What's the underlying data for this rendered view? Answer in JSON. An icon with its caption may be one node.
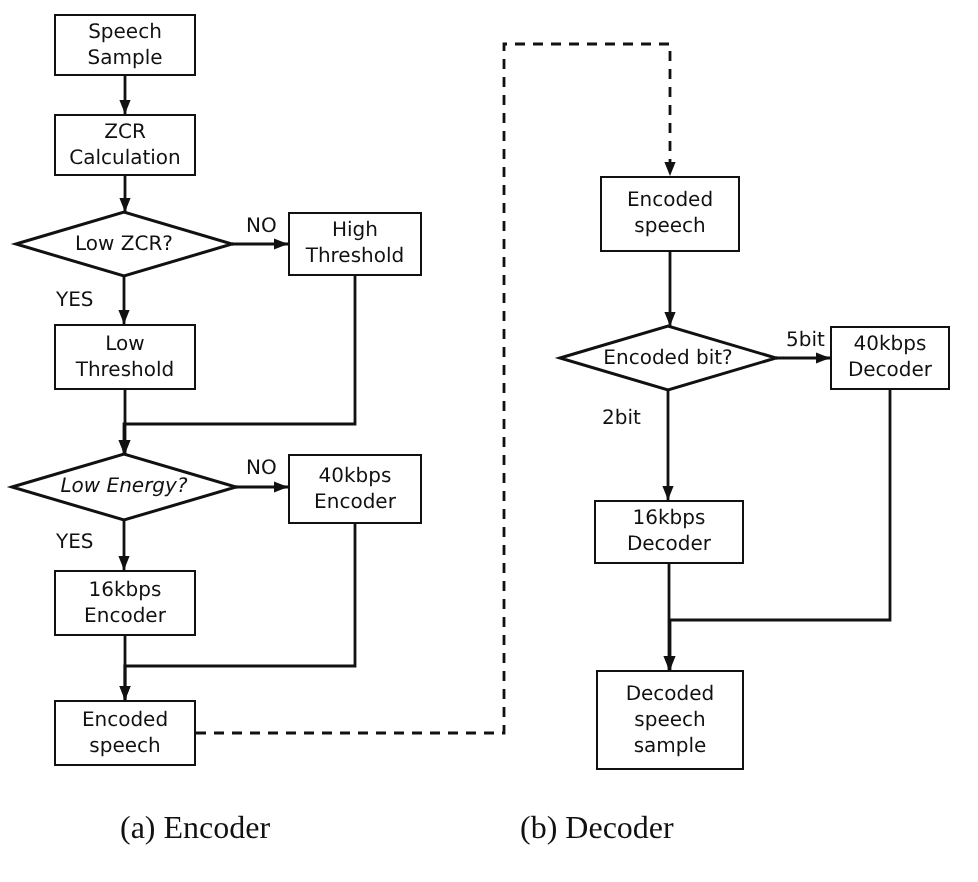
{
  "diagram": {
    "nodes": [
      {
        "text": [
          "Speech Sample"
        ]
      },
      {
        "text": [
          "ZCR Calculation"
        ]
      },
      {
        "text": [
          "Low ZCR?"
        ]
      },
      {
        "text": [
          "High Threshold"
        ]
      },
      {
        "text": [
          "Low Threshold"
        ]
      },
      {
        "text": [
          "Low Energy?"
        ]
      },
      {
        "text": [
          "40kbps Encoder"
        ]
      },
      {
        "text": [
          "16kbps Encoder"
        ]
      },
      {
        "text": [
          "Encoded speech"
        ]
      },
      {
        "text": [
          "Encoded speech"
        ]
      },
      {
        "text": [
          "Encoded bit?"
        ]
      },
      {
        "text": [
          "40kbps Decoder"
        ]
      },
      {
        "text": [
          "16kbps Decoder"
        ]
      },
      {
        "text": [
          "Decoded speech sample"
        ]
      }
    ],
    "edges": [
      {
        "from": 0,
        "to": 1,
        "arrow": "to"
      },
      {
        "from": 1,
        "to": 2,
        "arrow": "to"
      },
      {
        "from": 2,
        "to": 3,
        "arrow": "to",
        "label": "NO"
      },
      {
        "from": 2,
        "to": 4,
        "arrow": "to",
        "label": "YES"
      },
      {
        "from": 4,
        "to": 5,
        "arrow": "to"
      },
      {
        "from": 3,
        "to": 5,
        "arrow": "to"
      },
      {
        "from": 5,
        "to": 6,
        "arrow": "to",
        "label": "NO"
      },
      {
        "from": 5,
        "to": 7,
        "arrow": "to",
        "label": "YES"
      },
      {
        "from": 7,
        "to": 8,
        "arrow": "to"
      },
      {
        "from": 6,
        "to": 8,
        "arrow": "to"
      },
      {
        "from": 8,
        "to": 9,
        "arrow": "to",
        "style": "dashed"
      },
      {
        "from": 9,
        "to": 10,
        "arrow": "to"
      },
      {
        "from": 10,
        "to": 11,
        "arrow": "to",
        "label": "5bit"
      },
      {
        "from": 10,
        "to": 12,
        "arrow": "to",
        "label": "2bit"
      },
      {
        "from": 12,
        "to": 13,
        "arrow": "to"
      },
      {
        "from": 11,
        "to": 13,
        "arrow": "to"
      }
    ],
    "labels": [
      "(a) Encoder",
      "(b) Decoder"
    ]
  }
}
